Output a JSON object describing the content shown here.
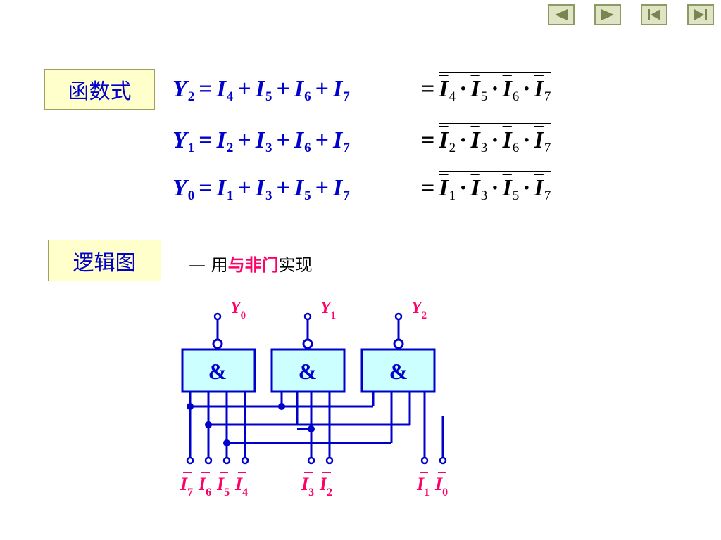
{
  "nav": {
    "prev": "previous-slide",
    "next": "next-slide",
    "first": "first-slide",
    "last": "last-slide"
  },
  "labels": {
    "formula": "函数式",
    "logic": "逻辑图"
  },
  "formulas": [
    {
      "lhs": "Y",
      "lhs_sub": "2",
      "terms": [
        "4",
        "5",
        "6",
        "7"
      ],
      "var": "I",
      "op_eq": "=",
      "op_plus": "+",
      "op_dot": "·"
    },
    {
      "lhs": "Y",
      "lhs_sub": "1",
      "terms": [
        "2",
        "3",
        "6",
        "7"
      ],
      "var": "I",
      "op_eq": "=",
      "op_plus": "+",
      "op_dot": "·"
    },
    {
      "lhs": "Y",
      "lhs_sub": "0",
      "terms": [
        "1",
        "3",
        "5",
        "7"
      ],
      "var": "I",
      "op_eq": "=",
      "op_plus": "+",
      "op_dot": "·"
    }
  ],
  "subtitle": {
    "dash": "— 用",
    "highlight": "与非门",
    "rest": "实现"
  },
  "diagram": {
    "gate_symbol": "&",
    "outputs": [
      {
        "name": "Y",
        "sub": "0"
      },
      {
        "name": "Y",
        "sub": "1"
      },
      {
        "name": "Y",
        "sub": "2"
      }
    ],
    "inputs": [
      {
        "name": "I",
        "sub": "7"
      },
      {
        "name": "I",
        "sub": "6"
      },
      {
        "name": "I",
        "sub": "5"
      },
      {
        "name": "I",
        "sub": "4"
      },
      {
        "name": "I",
        "sub": "3"
      },
      {
        "name": "I",
        "sub": "2"
      },
      {
        "name": "I",
        "sub": "1"
      },
      {
        "name": "I",
        "sub": "0"
      }
    ],
    "colors": {
      "wire": "#0000cc",
      "gate_fill": "#ccffff",
      "label": "#ff0066"
    }
  }
}
